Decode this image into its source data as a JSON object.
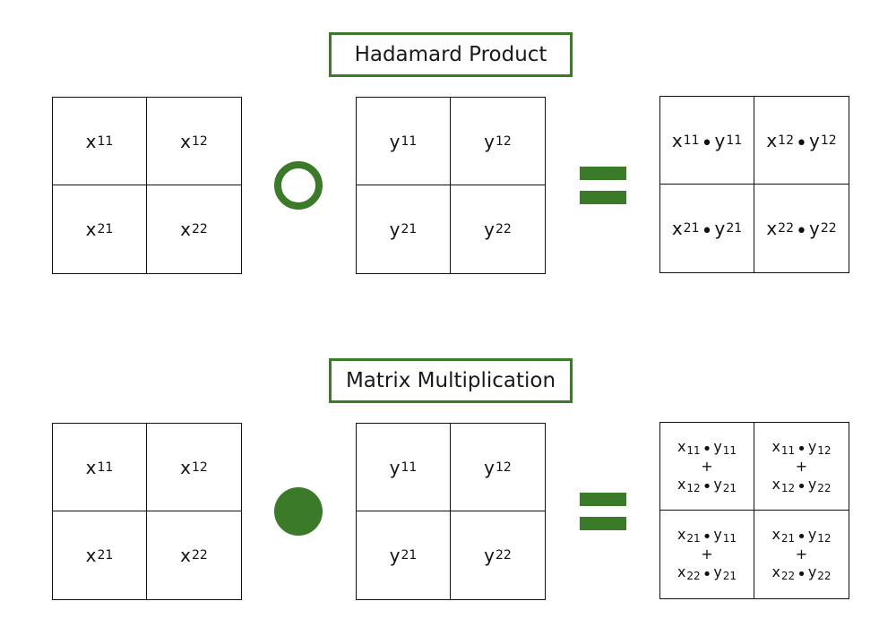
{
  "hadamard": {
    "title": "Hadamard Product",
    "x": [
      [
        "x",
        "11"
      ],
      [
        "x",
        "12"
      ],
      [
        "x",
        "21"
      ],
      [
        "x",
        "22"
      ]
    ],
    "y": [
      [
        "y",
        "11"
      ],
      [
        "y",
        "12"
      ],
      [
        "y",
        "21"
      ],
      [
        "y",
        "22"
      ]
    ],
    "result": [
      [
        "11",
        "11"
      ],
      [
        "12",
        "12"
      ],
      [
        "21",
        "21"
      ],
      [
        "22",
        "22"
      ]
    ]
  },
  "matmul": {
    "title": "Matrix Multiplication",
    "x": [
      [
        "x",
        "11"
      ],
      [
        "x",
        "12"
      ],
      [
        "x",
        "21"
      ],
      [
        "x",
        "22"
      ]
    ],
    "y": [
      [
        "y",
        "11"
      ],
      [
        "y",
        "12"
      ],
      [
        "y",
        "21"
      ],
      [
        "y",
        "22"
      ]
    ],
    "result": [
      [
        [
          "11",
          "11"
        ],
        [
          "12",
          "21"
        ]
      ],
      [
        [
          "11",
          "12"
        ],
        [
          "12",
          "22"
        ]
      ],
      [
        [
          "21",
          "11"
        ],
        [
          "22",
          "21"
        ]
      ],
      [
        [
          "21",
          "12"
        ],
        [
          "22",
          "22"
        ]
      ]
    ],
    "plus": "+"
  },
  "symbols": {
    "x": "x",
    "y": "y",
    "dot": "•"
  },
  "colors": {
    "accent": "#3a7a28",
    "line": "#111111"
  },
  "icons": {
    "hadamard_op": "ring-operator-icon",
    "matmul_op": "filled-circle-operator-icon",
    "equals": "equals-icon"
  }
}
